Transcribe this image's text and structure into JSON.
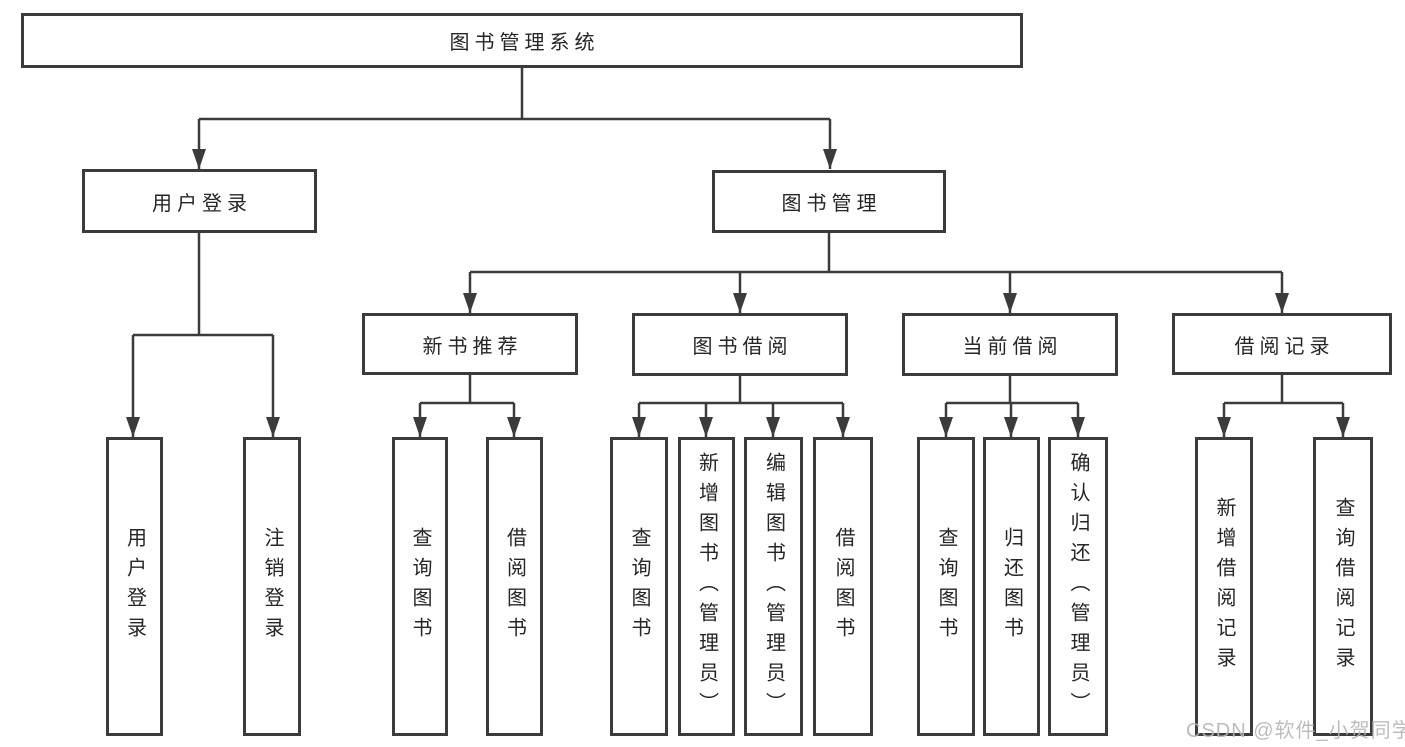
{
  "colors": {
    "line": "#3b3b3b",
    "text": "#262626",
    "watermark": "#b5b5b5",
    "background": "#ffffff"
  },
  "diagram": {
    "root": {
      "label": "图书管理系统"
    },
    "level2": {
      "user_login": {
        "label": "用户登录"
      },
      "book_mgmt": {
        "label": "图书管理"
      }
    },
    "level3": {
      "new_books": {
        "label": "新书推荐"
      },
      "borrowing": {
        "label": "图书借阅"
      },
      "current": {
        "label": "当前借阅"
      },
      "records": {
        "label": "借阅记录"
      }
    },
    "leaves": {
      "login": {
        "label": "用户登录"
      },
      "logout": {
        "label": "注销登录"
      },
      "nb_query": {
        "label": "查询图书"
      },
      "nb_borrow": {
        "label": "借阅图书"
      },
      "bw_query": {
        "label": "查询图书"
      },
      "bw_add": {
        "label": "新增图书（管理员）"
      },
      "bw_edit": {
        "label": "编辑图书（管理员）"
      },
      "bw_borrow": {
        "label": "借阅图书"
      },
      "cu_query": {
        "label": "查询图书"
      },
      "cu_return": {
        "label": "归还图书"
      },
      "cu_confirm": {
        "label": "确认归还（管理员）"
      },
      "rc_add": {
        "label": "新增借阅记录"
      },
      "rc_query": {
        "label": "查询借阅记录"
      }
    },
    "watermark": "CSDN @软件_小贺同学"
  }
}
